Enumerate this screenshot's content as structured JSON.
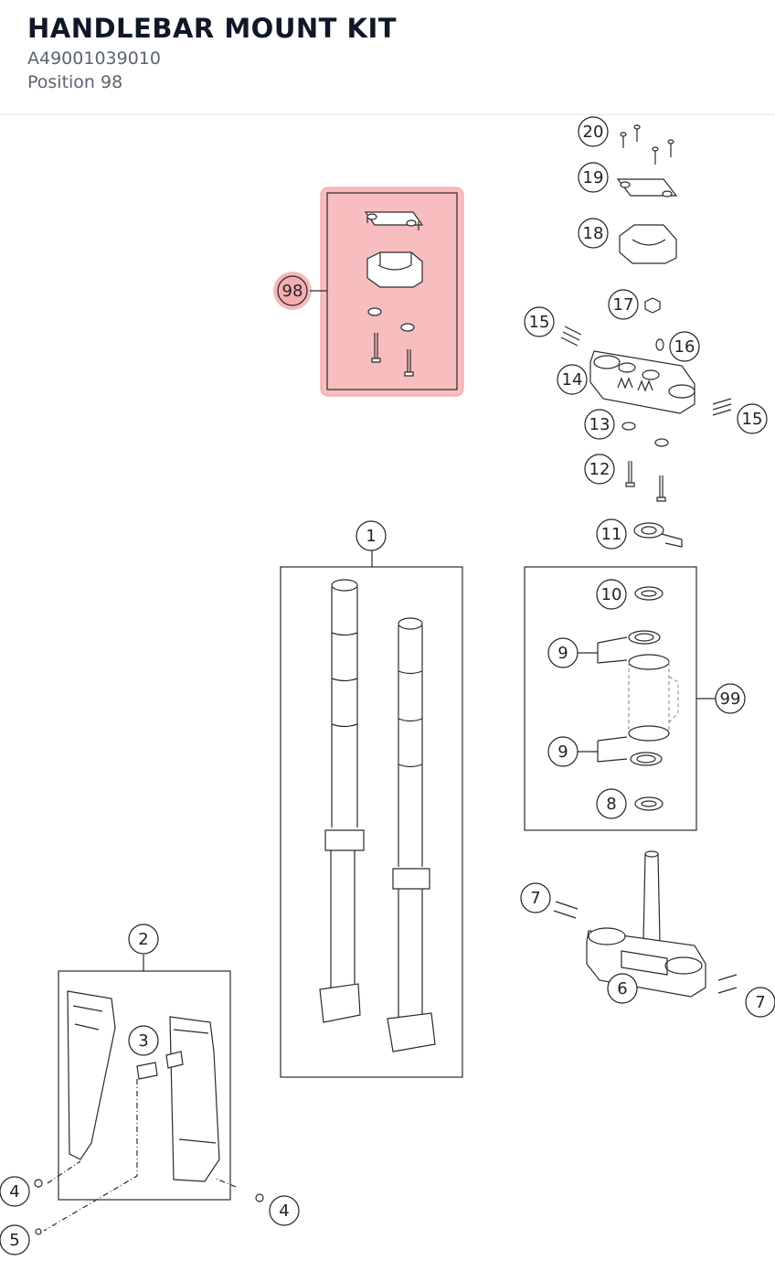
{
  "header": {
    "title": "HANDLEBAR MOUNT KIT",
    "part_number": "A49001039010",
    "position": "Position 98"
  },
  "diagram": {
    "highlight_color": "#f4a7a9",
    "highlighted_callout": "98",
    "callouts": [
      "1",
      "2",
      "3",
      "4",
      "4",
      "5",
      "6",
      "7",
      "7",
      "8",
      "9",
      "9",
      "10",
      "11",
      "12",
      "13",
      "14",
      "15",
      "15",
      "16",
      "17",
      "18",
      "19",
      "20",
      "98",
      "99"
    ]
  }
}
